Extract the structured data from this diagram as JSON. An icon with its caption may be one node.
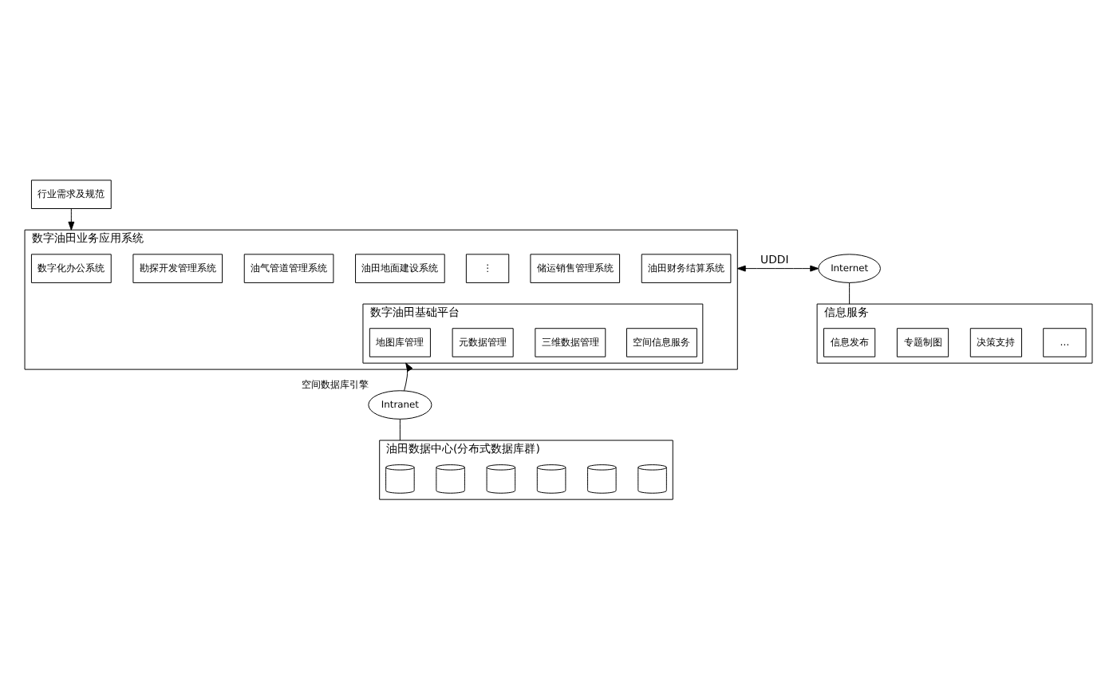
{
  "diagram": {
    "nodes": [
      {
        "text": [
          "行业需求及规范"
        ]
      },
      {
        "text": [
          "数字油田业务应用系统"
        ]
      },
      {
        "text": [
          "数字化办公系统"
        ],
        "in": 1
      },
      {
        "text": [
          "勘探开发管理系统"
        ],
        "in": 1
      },
      {
        "text": [
          "油气管道管理系统"
        ],
        "in": 1
      },
      {
        "text": [
          "油田地面建设系统"
        ],
        "in": 1
      },
      {
        "text": [
          "⋮"
        ],
        "in": 1
      },
      {
        "text": [
          "储运销售管理系统"
        ],
        "in": 1
      },
      {
        "text": [
          "油田财务结算系统"
        ],
        "in": 1
      },
      {
        "text": [
          "数字油田基础平台"
        ],
        "in": 1
      },
      {
        "text": [
          "地图库管理"
        ],
        "in": 9
      },
      {
        "text": [
          "元数据管理"
        ],
        "in": 9
      },
      {
        "text": [
          "三维数据管理"
        ],
        "in": 9
      },
      {
        "text": [
          "空间信息服务"
        ],
        "in": 9
      },
      {
        "text": [
          "Intranet"
        ],
        "beside": [
          "空间数据库引擎"
        ]
      },
      {
        "text": [
          "油田数据中心(分布式数据库群)"
        ]
      },
      {
        "text": [],
        "shape": "cylinder",
        "in": 15
      },
      {
        "text": [],
        "shape": "cylinder",
        "in": 15
      },
      {
        "text": [],
        "shape": "cylinder",
        "in": 15
      },
      {
        "text": [],
        "shape": "cylinder",
        "in": 15
      },
      {
        "text": [],
        "shape": "cylinder",
        "in": 15
      },
      {
        "text": [],
        "shape": "cylinder",
        "in": 15
      },
      {
        "text": [
          "信息服务"
        ]
      },
      {
        "text": [
          "信息发布"
        ],
        "in": 22
      },
      {
        "text": [
          "专题制图"
        ],
        "in": 22
      },
      {
        "text": [
          "决策支持"
        ],
        "in": 22
      },
      {
        "text": [
          "…"
        ],
        "in": 22
      },
      {
        "text": [
          "Internet"
        ]
      }
    ],
    "edges": [
      {
        "from": 0,
        "to": 1,
        "arrow": "to"
      },
      {
        "from": 14,
        "to": 9,
        "arrow": "to"
      },
      {
        "from": 14,
        "to": 15,
        "arrow": "none"
      },
      {
        "from": 1,
        "to": 27,
        "arrow": "both",
        "label": "UDDI"
      },
      {
        "from": 27,
        "to": 22,
        "arrow": "none"
      }
    ]
  }
}
